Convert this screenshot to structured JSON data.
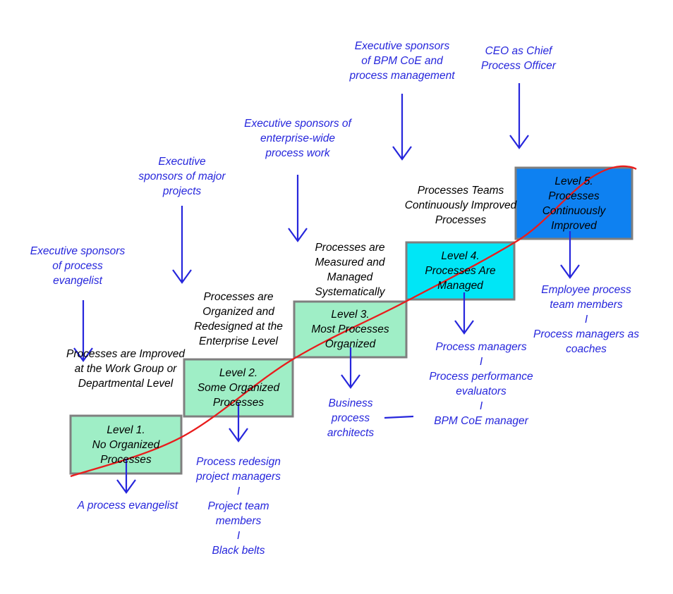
{
  "diagram": {
    "kind": "BPM process maturity staircase",
    "boxes": {
      "level1": "Level 1.\nNo Organized\nProcesses",
      "level2": "Level 2.\nSome Organized\nProcesses",
      "level3": "Level 3.\nMost Processes\nOrganized",
      "level4": "Level 4.\nProcesses Are\nManaged",
      "level5": "Level 5.\nProcesses\nContinuously\nImproved"
    },
    "phase_labels": {
      "level1": "Processes are Improved\nat the Work Group or\nDepartmental Level",
      "level2": "Processes are\nOrganized and\nRedesigned at the\nEnterprise Level",
      "level3": "Processes are\nMeasured and\nManaged\nSystematically",
      "level5": "Processes Teams\nContinuously Improved\nProcesses"
    },
    "sponsors": {
      "level1": "Executive sponsors\nof process\nevangelist",
      "level2": "Executive\nsponsors of major\nprojects",
      "level3": "Executive sponsors of\nenterprise-wide\nprocess work",
      "level4": "Executive sponsors\nof BPM CoE and\nprocess management",
      "level5": "CEO as Chief\nProcess Officer"
    },
    "roles": {
      "level1": "A process evangelist",
      "level2": "Process redesign\nproject managers\nI\nProject team\nmembers\nI\nBlack belts",
      "level3": "Business\nprocess\narchitects",
      "level4": "Process managers\nI\nProcess performance\nevaluators\nI\nBPM CoE manager",
      "level5": "Employee process\nteam members\nI\nProcess managers as\ncoaches"
    },
    "colors": {
      "mint_box": "#9FEEC6",
      "cyan_box": "#00E6F6",
      "blue_box": "#0E81F1",
      "box_border": "#7F7F7F",
      "annotation_blue": "#2626DC",
      "curve_red": "#E91C1C",
      "text_black": "#000000"
    }
  }
}
